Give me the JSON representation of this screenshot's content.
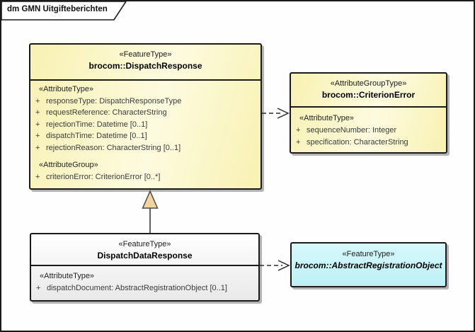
{
  "frame": {
    "title": "dm GMN Uitgifteberichten"
  },
  "boxes": {
    "dispatch_response": {
      "stereotype": "«FeatureType»",
      "name": "brocom::DispatchResponse",
      "attr_type_label": "«AttributeType»",
      "attributes": [
        {
          "vis": "+",
          "text": "responseType: DispatchResponseType"
        },
        {
          "vis": "+",
          "text": "requestReference: CharacterString"
        },
        {
          "vis": "+",
          "text": "rejectionTime: Datetime [0..1]"
        },
        {
          "vis": "+",
          "text": "dispatchTime: Datetime [0..1]"
        },
        {
          "vis": "+",
          "text": "rejectionReason: CharacterString [0..1]"
        }
      ],
      "attr_group_label": "«AttributeGroup»",
      "group_attributes": [
        {
          "vis": "+",
          "text": "criterionError: CriterionError [0..*]"
        }
      ]
    },
    "criterion_error": {
      "stereotype": "«AttributeGroupType»",
      "name": "brocom::CriterionError",
      "attr_type_label": "«AttributeType»",
      "attributes": [
        {
          "vis": "+",
          "text": "sequenceNumber: Integer"
        },
        {
          "vis": "+",
          "text": "specification: CharacterString"
        }
      ]
    },
    "dispatch_data_response": {
      "stereotype": "«FeatureType»",
      "name": "DispatchDataResponse",
      "attr_type_label": "«AttributeType»",
      "attributes": [
        {
          "vis": "+",
          "text": "dispatchDocument: AbstractRegistrationObject [0..1]"
        }
      ]
    },
    "abstract_registration_object": {
      "stereotype": "«FeatureType»",
      "name": "brocom::AbstractRegistrationObject"
    }
  },
  "relationships": [
    {
      "type": "dependency",
      "style": "dashed-open-arrow",
      "from": "brocom::DispatchResponse",
      "to": "brocom::CriterionError"
    },
    {
      "type": "generalization",
      "style": "solid-triangle",
      "from": "DispatchDataResponse",
      "to": "brocom::DispatchResponse"
    },
    {
      "type": "dependency",
      "style": "dashed-open-arrow",
      "from": "DispatchDataResponse",
      "to": "brocom::AbstractRegistrationObject"
    }
  ],
  "colors": {
    "border": "#1a1a1a",
    "shadow": "#b4b4b4",
    "yellow_light": "#fdfbdf",
    "yellow_dark": "#f8f1b2",
    "gray_light": "#ffffff",
    "gray_dark": "#e9e9e9",
    "cyan_light": "#d6f9fc",
    "cyan_dark": "#bdf0f5",
    "triangle_fill": "#f1d3a2",
    "connector": "#2a2a2a"
  }
}
